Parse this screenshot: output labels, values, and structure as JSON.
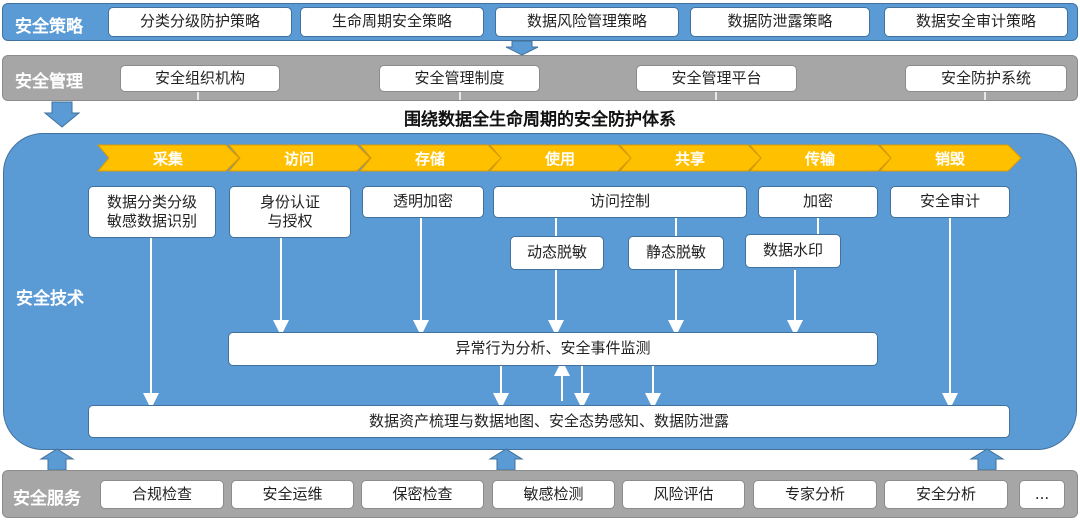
{
  "strategy": {
    "label": "安全策略",
    "items": [
      "分类分级防护策略",
      "生命周期安全策略",
      "数据风险管理策略",
      "数据防泄露策略",
      "数据安全审计策略"
    ]
  },
  "management": {
    "label": "安全管理",
    "items": [
      "安全组织机构",
      "安全管理制度",
      "安全管理平台",
      "安全防护系统"
    ]
  },
  "technology": {
    "title": "围绕数据全生命周期的安全防护体系",
    "label": "安全技术",
    "stages": [
      "采集",
      "访问",
      "存储",
      "使用",
      "共享",
      "传输",
      "销毁"
    ],
    "top_boxes": [
      "数据分类分级\n敏感数据识别",
      "身份认证\n与授权",
      "透明加密",
      "访问控制",
      "加密",
      "安全审计"
    ],
    "sub_boxes": [
      "动态脱敏",
      "静态脱敏",
      "数据水印"
    ],
    "monitor": "异常行为分析、安全事件监测",
    "base": "数据资产梳理与数据地图、安全态势感知、数据防泄露"
  },
  "services": {
    "label": "安全服务",
    "items": [
      "合规检查",
      "安全运维",
      "保密检查",
      "敏感检测",
      "风险评估",
      "专家分析",
      "安全分析",
      "..."
    ]
  },
  "colors": {
    "band_blue": "#5b9bd5",
    "band_grey": "#a6a6a6",
    "stage_orange": "#ffc000",
    "border_dark": "#41719c"
  }
}
